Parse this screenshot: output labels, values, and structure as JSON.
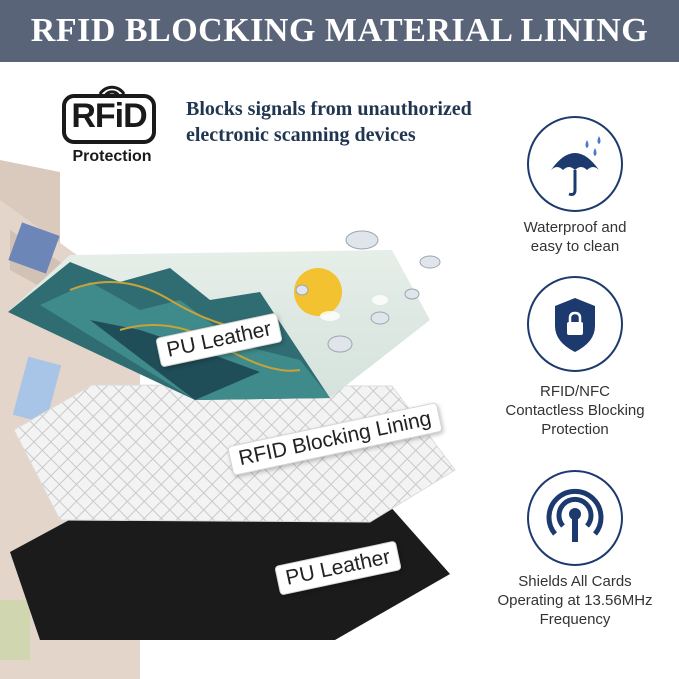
{
  "banner": {
    "title": "RFID BLOCKING MATERIAL LINING"
  },
  "logo": {
    "label": "RFiD",
    "sub": "Protection"
  },
  "headline": {
    "line1": "Blocks signals from unauthorized",
    "line2": "electronic scanning devices"
  },
  "layers": {
    "top_label": "PU Leather",
    "middle_label": "RFID Blocking Lining",
    "bottom_label": "PU Leather"
  },
  "features": [
    {
      "icon": "umbrella-rain-icon",
      "lines": [
        "Waterproof and",
        "easy to clean"
      ]
    },
    {
      "icon": "shield-lock-icon",
      "lines": [
        "RFID/NFC",
        "Contactless Blocking",
        "Protection"
      ]
    },
    {
      "icon": "signal-antenna-icon",
      "lines": [
        "Shields All Cards",
        "Operating at 13.56MHz",
        "Frequency"
      ]
    }
  ],
  "colors": {
    "banner": "#5a6478",
    "icon_blue": "#1d3a6e",
    "headline": "#1f3550"
  }
}
